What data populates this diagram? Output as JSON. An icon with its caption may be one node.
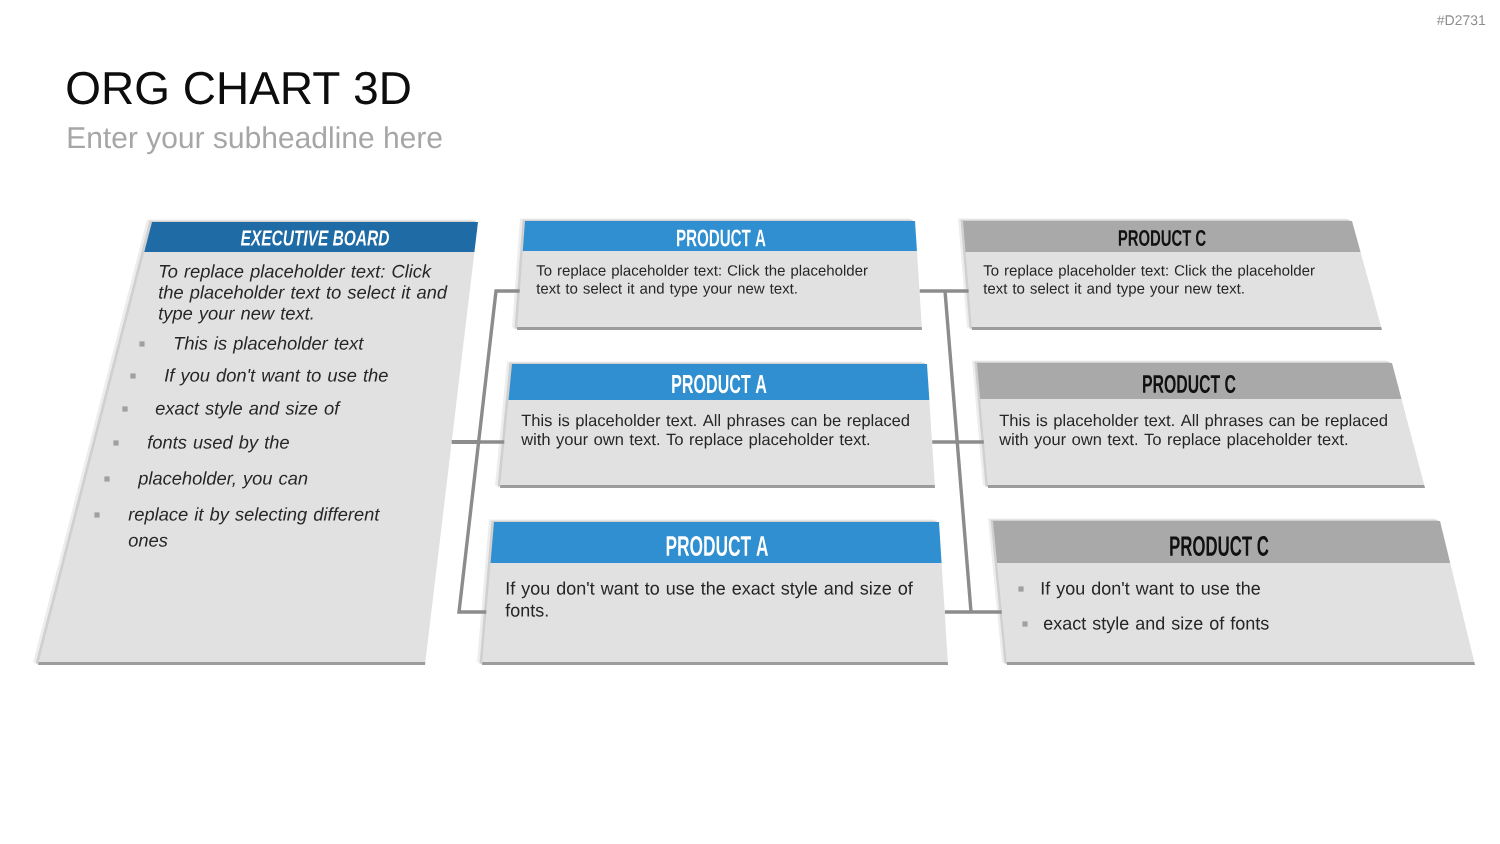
{
  "diagram": {
    "title": "ORG CHART 3D",
    "nodes": [
      {
        "text": [
          "EXECUTIVE BOARD",
          "To replace placeholder text: Click the placeholder text to select it and type your new text.",
          "This is placeholder text",
          "If you don't want to use the",
          "exact style and size of",
          "fonts used by the",
          "placeholder, you can",
          "replace it by selecting different ones"
        ]
      },
      {
        "text": [
          "PRODUCT A",
          "To replace placeholder text: Click the placeholder text to select it and type your new text."
        ]
      },
      {
        "text": [
          "PRODUCT A",
          "This is placeholder text. All phrases can be replaced with your own text. To replace placeholder text."
        ]
      },
      {
        "text": [
          "PRODUCT A",
          "If you don't want to use the exact style and size of fonts."
        ]
      },
      {
        "text": [
          "PRODUCT C",
          "To replace placeholder text: Click the placeholder text to select it and type your new text."
        ]
      },
      {
        "text": [
          "PRODUCT C",
          "This is placeholder text. All phrases can be replaced with your own text. To replace placeholder text."
        ]
      },
      {
        "text": [
          "PRODUCT C",
          "If you don't want to use the",
          "exact style and size of fonts"
        ]
      }
    ],
    "edges": [
      {
        "from": 0,
        "to": 1,
        "arrow": "none"
      },
      {
        "from": 0,
        "to": 2,
        "arrow": "none"
      },
      {
        "from": 0,
        "to": 3,
        "arrow": "none"
      },
      {
        "from": 1,
        "to": 4,
        "arrow": "none"
      },
      {
        "from": 2,
        "to": 5,
        "arrow": "none"
      },
      {
        "from": 3,
        "to": 6,
        "arrow": "none"
      }
    ],
    "labels": [
      "#D2731",
      "Enter your subheadline here"
    ]
  }
}
